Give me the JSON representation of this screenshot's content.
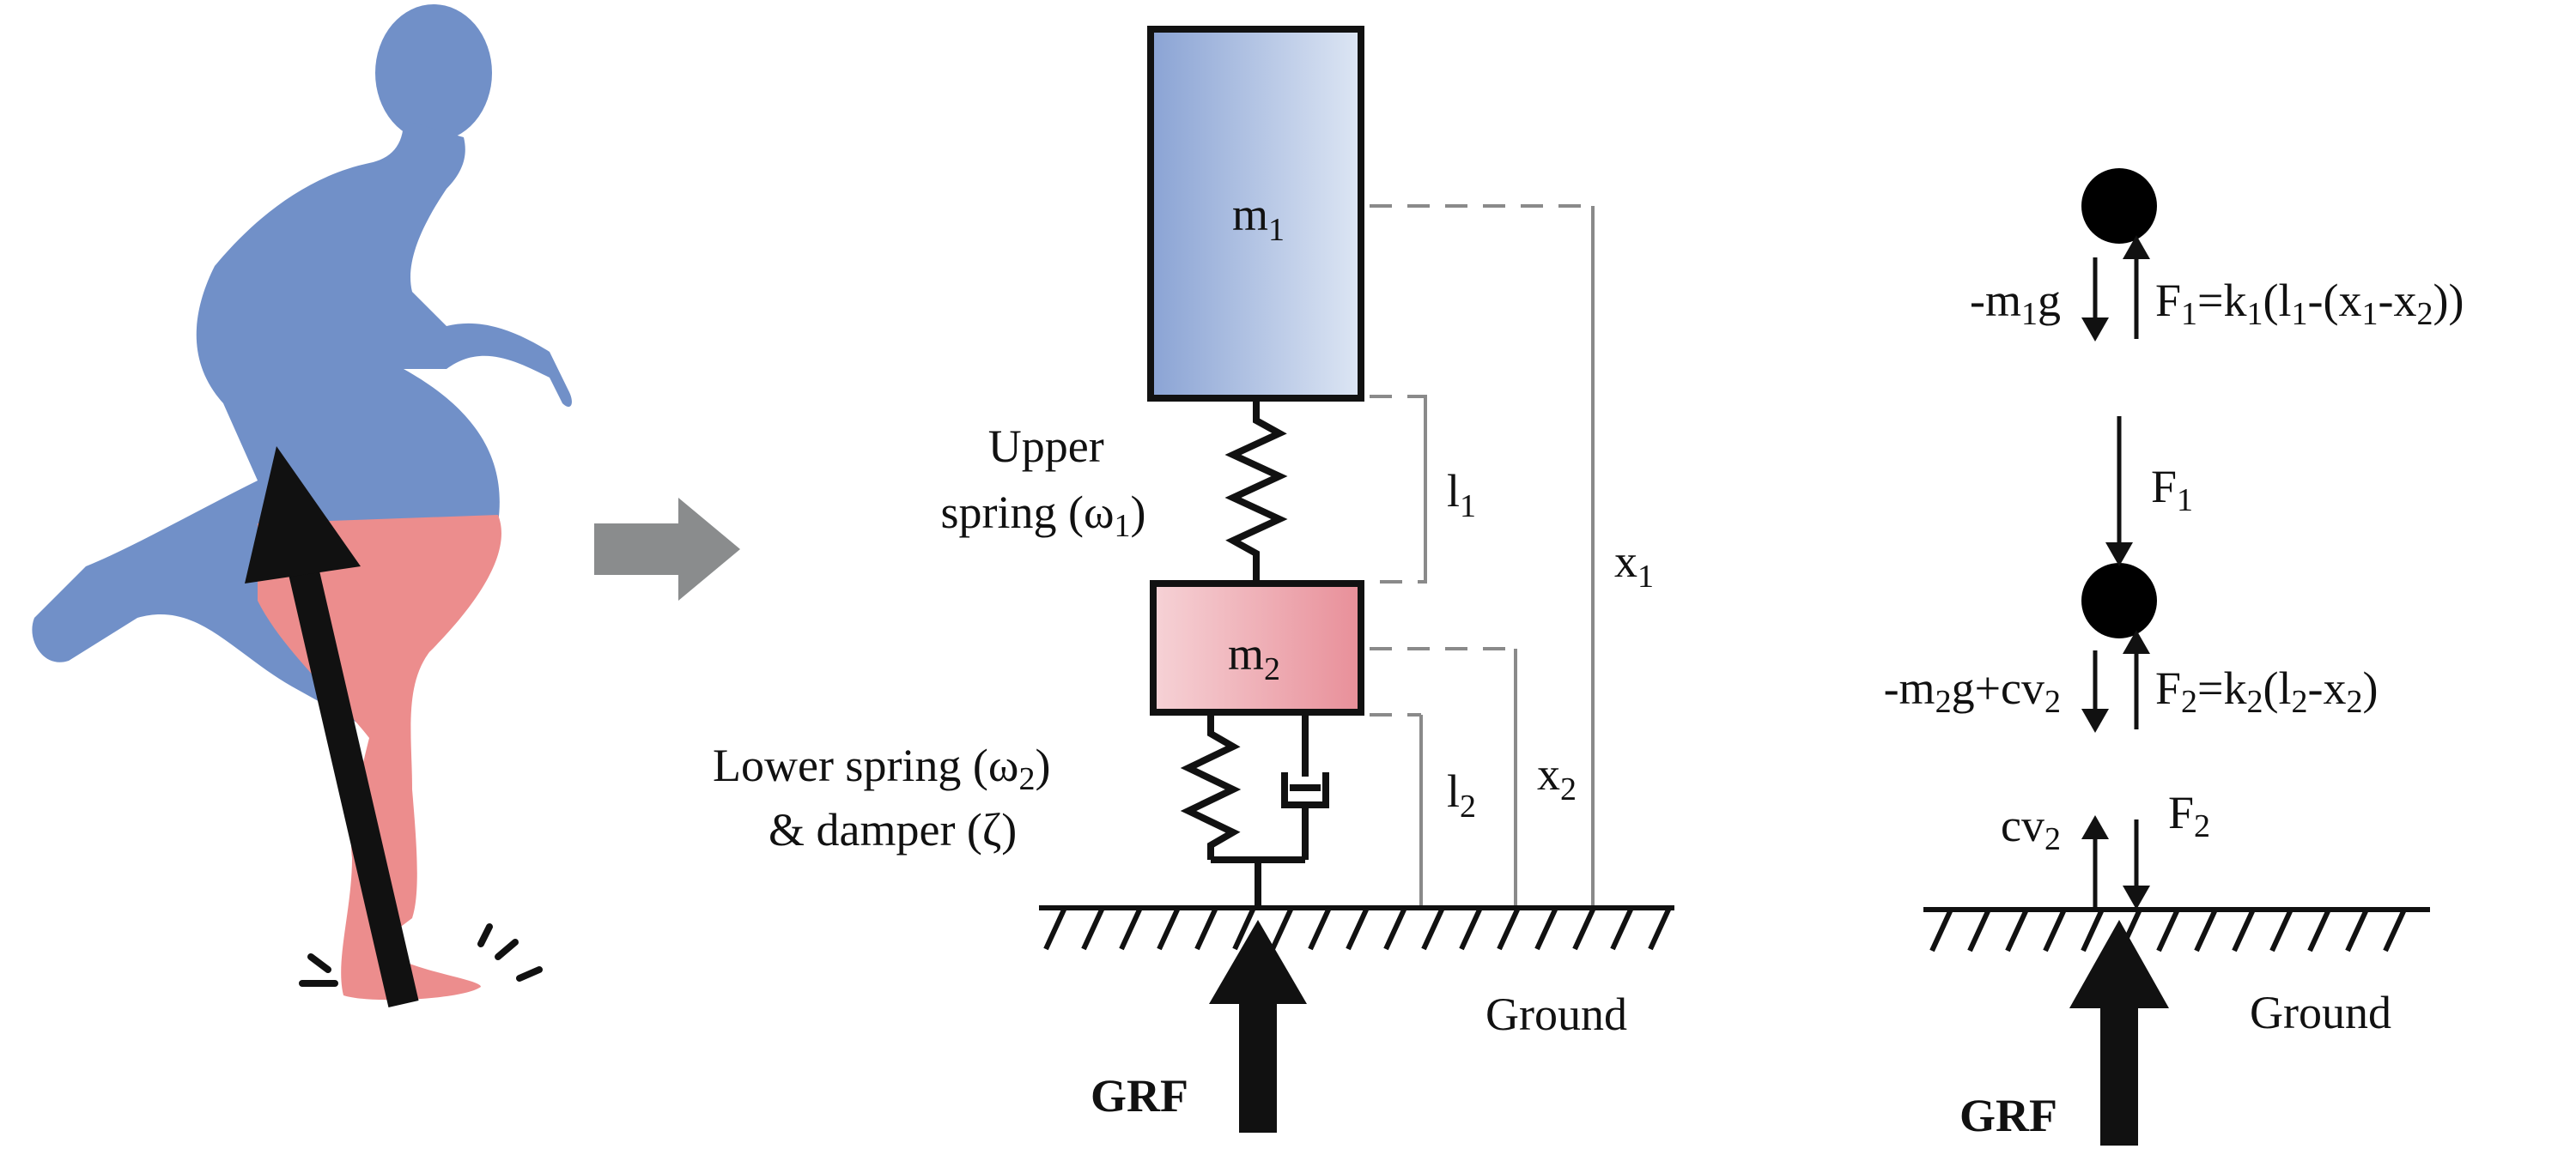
{
  "model": {
    "mass1_label": {
      "base": "m",
      "sub": "1"
    },
    "mass2_label": {
      "base": "m",
      "sub": "2"
    },
    "upper_spring_label": [
      "Upper",
      "spring (ω",
      "1",
      ")"
    ],
    "lower_spring_label": [
      "Lower spring (ω",
      "2",
      ")"
    ],
    "damper_label": "& damper (ζ)",
    "l1_label": {
      "base": "l",
      "sub": "1"
    },
    "l2_label": {
      "base": "l",
      "sub": "2"
    },
    "x1_label": {
      "base": "x",
      "sub": "1"
    },
    "x2_label": {
      "base": "x",
      "sub": "2"
    },
    "ground_label": "Ground",
    "grf_label": "GRF"
  },
  "fbd": {
    "m1_weight": [
      "-m",
      "1",
      "g"
    ],
    "f1_eq": [
      "F",
      "1",
      "=k",
      "1",
      "(l",
      "1",
      "-(x",
      "1",
      "-x",
      "2",
      "))"
    ],
    "f1_label": [
      "F",
      "1"
    ],
    "m2_weight": [
      "-m",
      "2",
      "g+cv",
      "2"
    ],
    "f2_eq": [
      "F",
      "2",
      "=k",
      "2",
      "(l",
      "2",
      "-x",
      "2",
      ")"
    ],
    "cv2_label": [
      "cv",
      "2"
    ],
    "f2_label": [
      "F",
      "2"
    ],
    "ground_label": "Ground",
    "grf_label": "GRF"
  },
  "colors": {
    "body_blue": "#6f8fc6",
    "leg_red": "#ec8d8d",
    "m1_fill": "#9fb5de",
    "m2_fill": "#f1b4bb",
    "arrow_gray": "#8a8c8d",
    "line_gray": "#8a8a8a"
  }
}
